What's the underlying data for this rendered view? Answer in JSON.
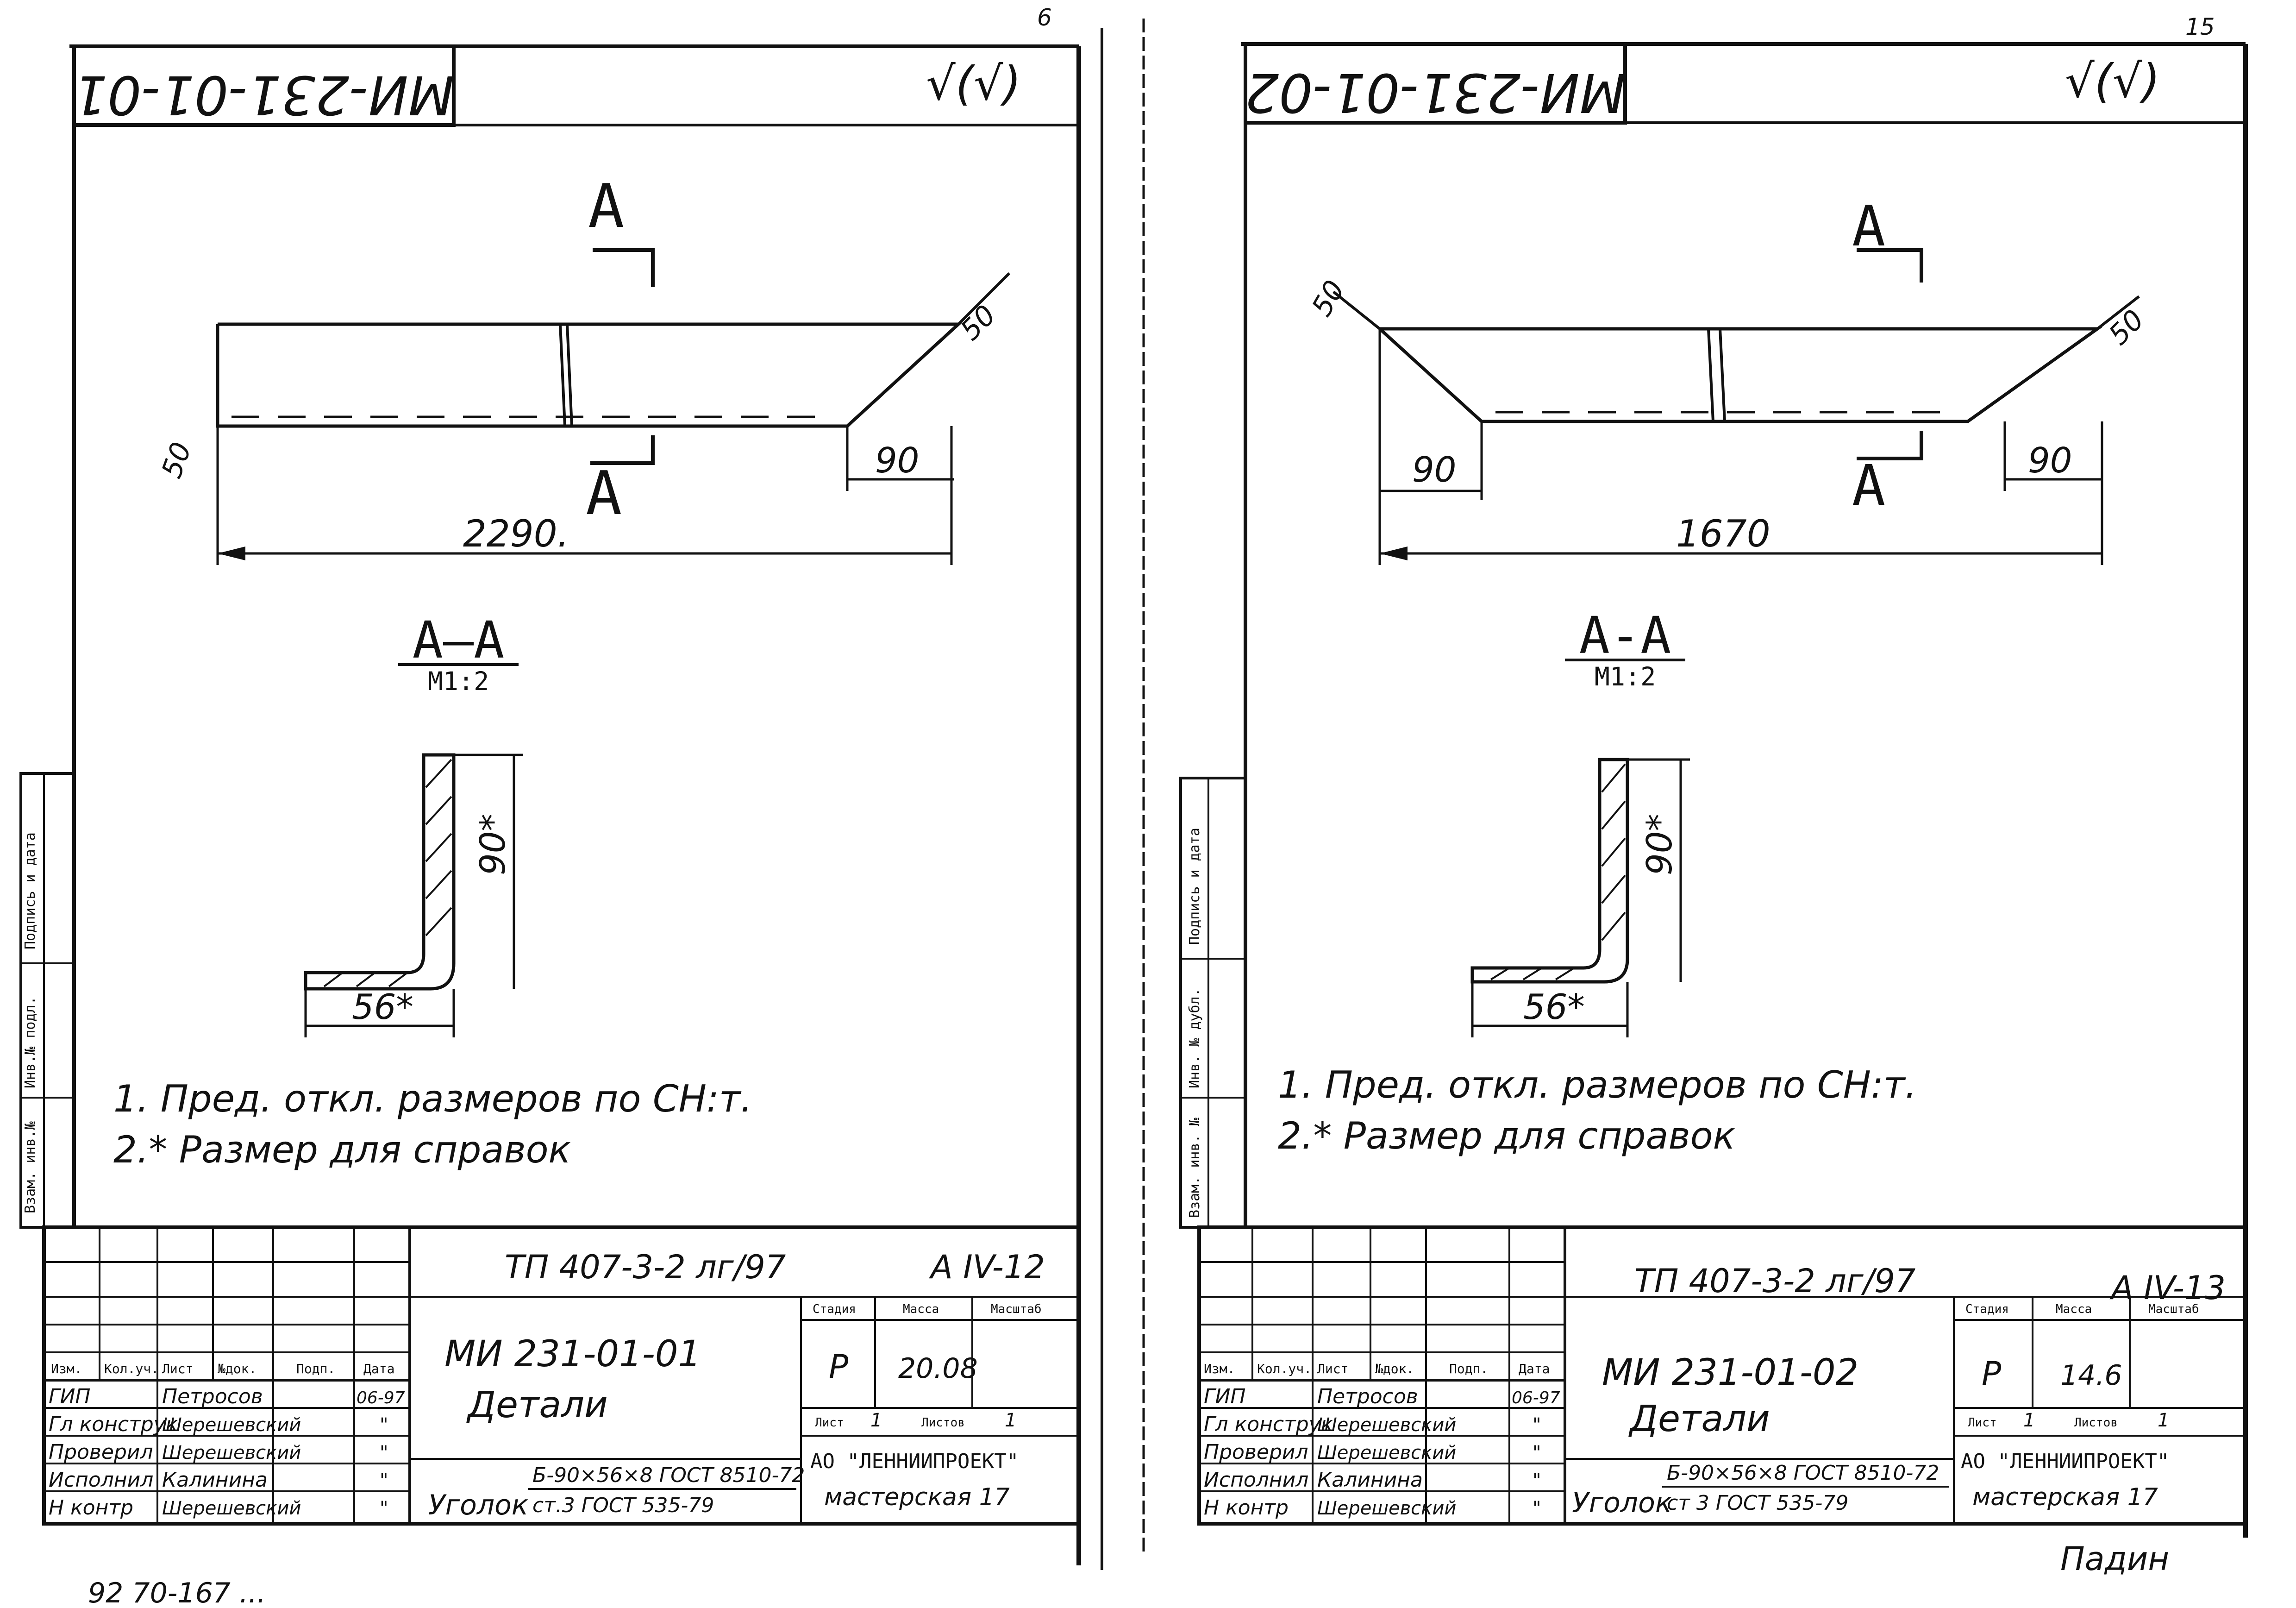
{
  "sheets": [
    {
      "corner_page_no": "6",
      "mirrored_code": "МИ-231-01-01",
      "roughness_mark": "√(√)",
      "section_marker": "А",
      "dim_bevel": "50",
      "dim_end": "90",
      "dim_length": "2290.",
      "section_title": "А—А",
      "section_scale": "М1:2",
      "dim_height": "90*",
      "dim_width": "56*",
      "note_1": "1. Пред. откл. размеров по СН:т.",
      "note_2": "2.* Размер для справок",
      "project_code": "ТП   407-3-2 лг/97",
      "sheet_ref": "А IV-12",
      "doc_code": "МИ 231-01-01",
      "doc_title": "Детали",
      "stage_value": "Р",
      "mass_value": "20.08",
      "sheet_no": "1",
      "sheets_total": "1",
      "material_label": "Уголок",
      "material_spec_top": "Б-90×56×8 ГОСТ 8510-72",
      "material_spec_bottom": "ст.3 ГОСТ 535-79",
      "org_name": "АО \"ЛЕННИИПРОЕКТ\"",
      "org_unit": "мастерская 17",
      "sign_date": "06-97",
      "people": [
        {
          "role": "ГИП",
          "name": "Петросов",
          "date": "06-97"
        },
        {
          "role": "Гл конструк",
          "name": "Шерешевский",
          "date": "\""
        },
        {
          "role": "Проверил",
          "name": "Шерешевский",
          "date": "\""
        },
        {
          "role": "Исполнил",
          "name": "Калинина",
          "date": "\""
        },
        {
          "role": "Н контр",
          "name": "Шерешевский",
          "date": "\""
        }
      ]
    },
    {
      "corner_page_no": "15",
      "mirrored_code": "МИ-231-01-02",
      "roughness_mark": "√(√)",
      "section_marker": "А",
      "dim_bevel": "50",
      "dim_end": "90",
      "dim_length": "1670",
      "section_title": "А-А",
      "section_scale": "М1:2",
      "dim_height": "90*",
      "dim_width": "56*",
      "note_1": "1. Пред. откл. размеров по СН:т.",
      "note_2": "2.* Размер для справок",
      "project_code": "ТП   407-3-2 лг/97",
      "sheet_ref": "А IV-13",
      "doc_code": "МИ 231-01-02",
      "doc_title": "Детали",
      "stage_value": "Р",
      "mass_value": "14.6",
      "sheet_no": "1",
      "sheets_total": "1",
      "material_label": "Уголок",
      "material_spec_top": "Б-90×56×8 ГОСТ 8510-72",
      "material_spec_bottom": "ст 3 ГОСТ 535-79",
      "org_name": "АО \"ЛЕННИИПРОЕКТ\"",
      "org_unit": "мастерская 17",
      "sign_date": "06-97",
      "people": [
        {
          "role": "ГИП",
          "name": "Петросов",
          "date": "06-97"
        },
        {
          "role": "Гл конструк",
          "name": "Шерешевский",
          "date": "\""
        },
        {
          "role": "Проверил",
          "name": "Шерешевский",
          "date": "\""
        },
        {
          "role": "Исполнил",
          "name": "Калинина",
          "date": "\""
        },
        {
          "role": "Н контр",
          "name": "Шерешевский",
          "date": "\""
        }
      ],
      "bottom_scribble": "Падин"
    }
  ],
  "stamp_headers": {
    "izm": "Изм.",
    "kol_uch": "Кол.уч.",
    "list": "Лист",
    "n_dok": "№док.",
    "podp": "Подп.",
    "data": "Дата",
    "stadiya": "Стадия",
    "massa": "Масса",
    "masshtab": "Масштаб",
    "list_label": "Лист",
    "listov_label": "Листов"
  },
  "side_strip_left": [
    "Взам. инв.№",
    "Инв.№ подл.",
    "Подпись и дата"
  ],
  "side_strip_right": [
    "Взам. инв. №",
    "Инв. № дубл.",
    "Подпись и дата"
  ],
  "bottom_left_fragment": "92 70-167 ..."
}
